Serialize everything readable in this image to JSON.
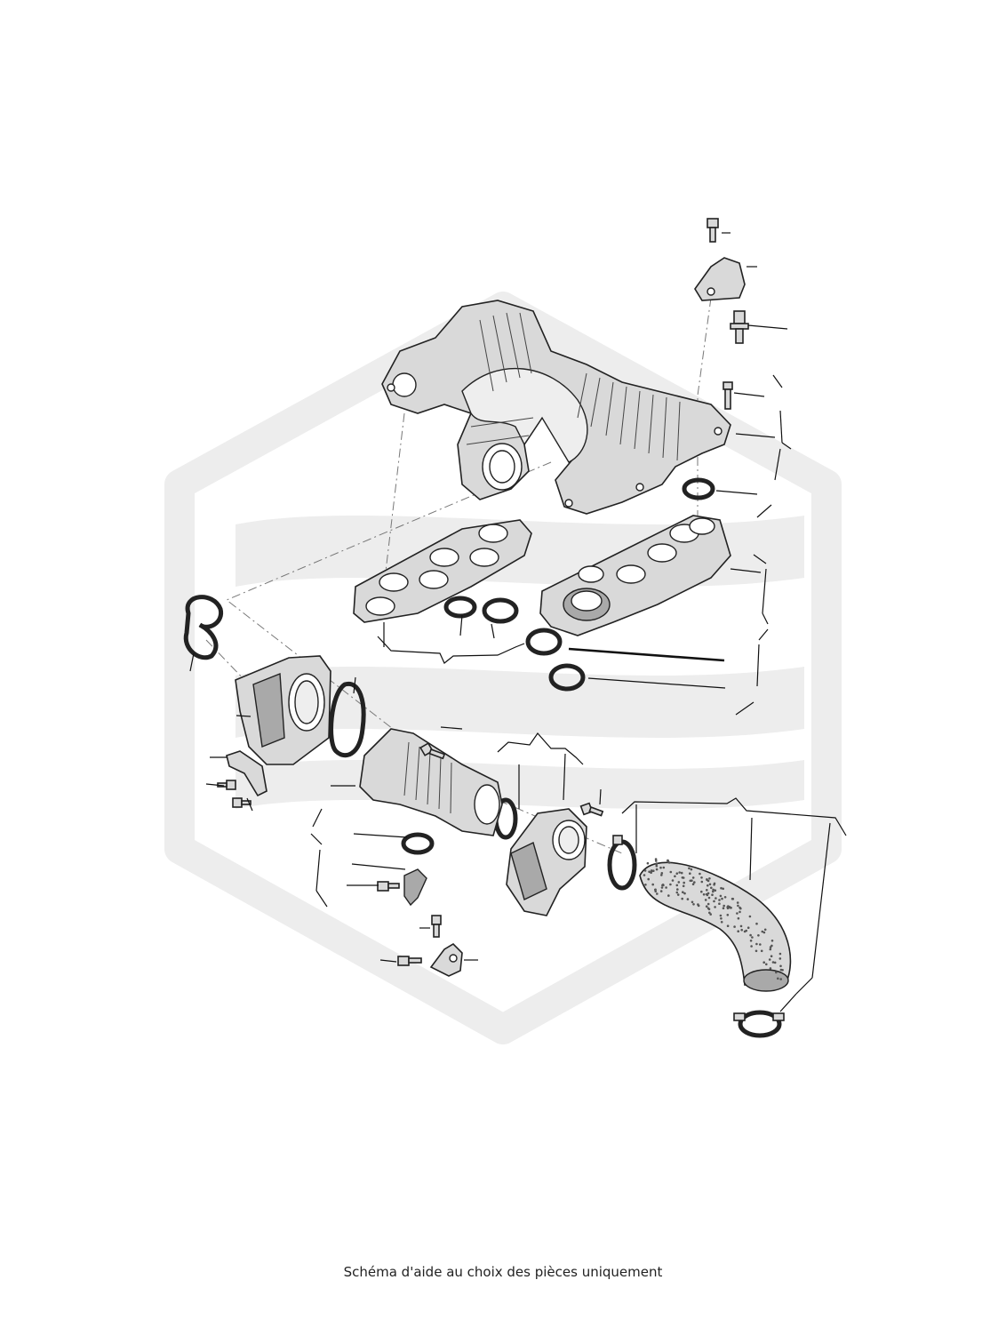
{
  "caption": "Schéma d'aide au choix des pièces uniquement",
  "diagram": {
    "parts": [
      "upper-intake-manifold",
      "manifold-flange-left",
      "manifold-flange-right",
      "throttle-housing-egr",
      "intake-pipe",
      "throttle-body",
      "charge-air-hose",
      "hose-clamp-upper",
      "hose-clamp-lower",
      "gasket-figure-eight",
      "gasket-oval",
      "o-ring-seals",
      "bracket-clip",
      "mounting-bolts",
      "pressure-sensor"
    ]
  },
  "colors": {
    "watermark": "#ededed",
    "part_fill": "#d9d9d9",
    "outline": "#222222"
  }
}
